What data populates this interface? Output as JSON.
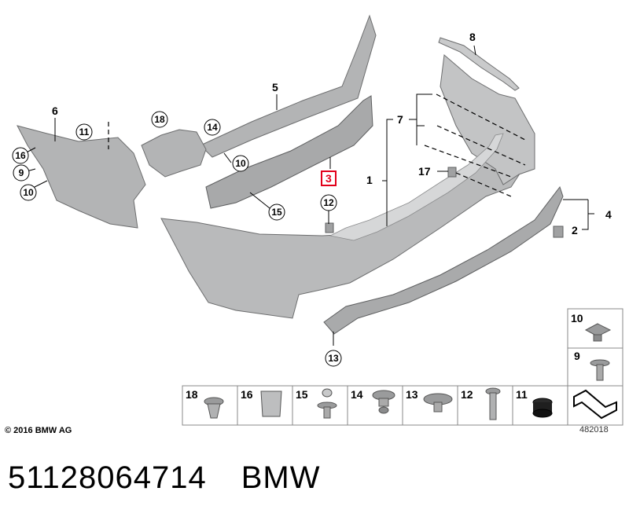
{
  "labels": {
    "callout_1": "1",
    "callout_2": "2",
    "callout_3": "3",
    "callout_4": "4",
    "callout_5": "5",
    "callout_6": "6",
    "callout_7": "7",
    "callout_8": "8",
    "callout_17": "17",
    "circle_9": "9",
    "circle_10_a": "10",
    "circle_10_b": "10",
    "circle_11": "11",
    "circle_12": "12",
    "circle_13": "13",
    "circle_14": "14",
    "circle_15": "15",
    "circle_16": "16",
    "circle_18": "18"
  },
  "hardware_grid": {
    "bottom_row": [
      "18",
      "16",
      "15",
      "14",
      "13",
      "12",
      "11"
    ],
    "right_column": [
      "10",
      "9"
    ]
  },
  "copyright": "© 2016 BMW AG",
  "diagram_number": "482018",
  "part_number": "51128064714",
  "brand": "BMW",
  "colors": {
    "part_fill": "#b9babb",
    "part_stroke": "#6c6d6e",
    "highlight": "#e2001a"
  }
}
